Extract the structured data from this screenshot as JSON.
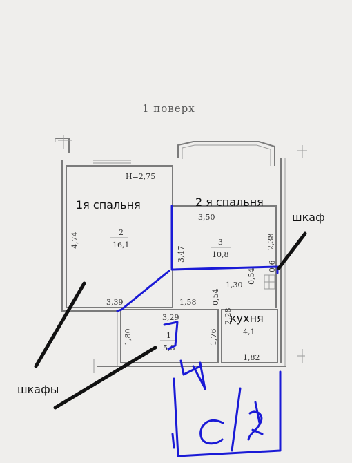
{
  "title": "1 поверх",
  "height_label": "H=2,75",
  "rooms": [
    {
      "id": "bedroom1",
      "number": "2",
      "area": "16,1",
      "name": "1я спальня"
    },
    {
      "id": "bedroom2",
      "number": "3",
      "area": "10,8",
      "name": "2 я спальня"
    },
    {
      "id": "hall",
      "number": "1",
      "area": "5,8"
    },
    {
      "id": "kitchen",
      "number": "",
      "area": "4,1",
      "name": "кухня"
    }
  ],
  "dimensions": {
    "bedroom1_height": "4,74",
    "bedroom1_width": "3,39",
    "bedroom2_width": "3,50",
    "bedroom2_left": "3,47",
    "bedroom2_right": "2,38",
    "passage_width": "1,58",
    "passage_depth": "0,54",
    "closet_width": "1,30",
    "closet_depth": "0,54",
    "closet_small": "0,6",
    "hall_width": "3,29",
    "hall_left": "1,80",
    "hall_right": "1,76",
    "kitchen_height": "2,28",
    "kitchen_width": "1,82"
  },
  "annotations": {
    "wardrobe": "шкаф",
    "wardrobes": "шкафы"
  }
}
